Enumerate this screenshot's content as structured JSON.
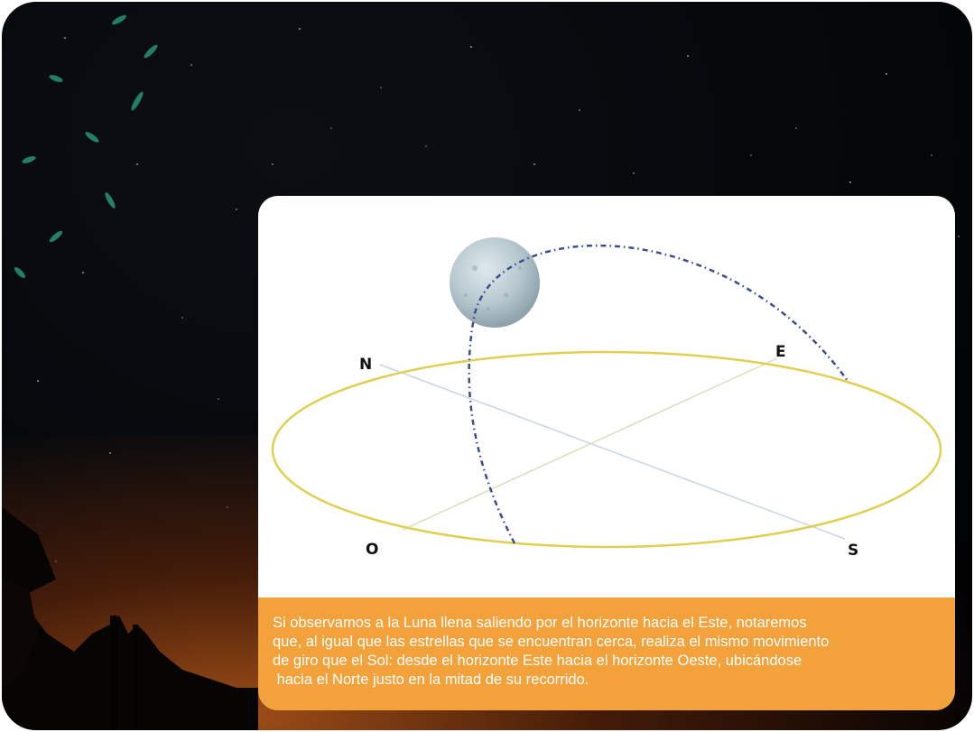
{
  "diagram": {
    "directions": {
      "north": "N",
      "east": "E",
      "west": "O",
      "south": "S"
    },
    "colors": {
      "horizon": "#e0cf50",
      "path": "#3c4d8c",
      "caption_bg": "#f3a13a",
      "moon": "#b7c8cf"
    }
  },
  "caption": {
    "lines": [
      "Si observamos a la Luna llena saliendo por el horizonte hacia el Este, notaremos",
      "que, al igual que las estrellas que se encuentran cerca, realiza el mismo movimiento",
      "de giro que el Sol: desde el horizonte Este hacia el horizonte Oeste, ubicándose",
      " hacia el Norte justo en la mitad de su recorrido."
    ]
  }
}
